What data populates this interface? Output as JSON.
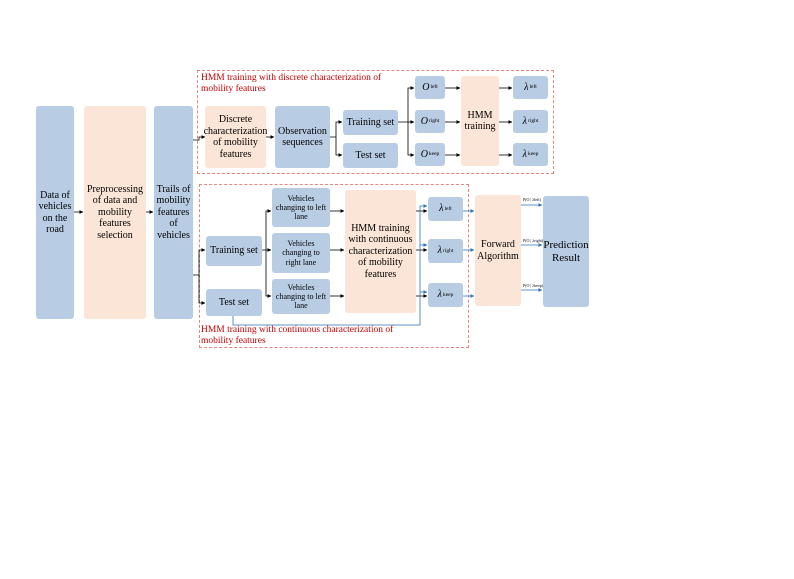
{
  "group_titles": {
    "discrete": "HMM training with discrete characterization of mobility features",
    "continuous": "HMM training with continuous characterization of mobility features"
  },
  "boxes": {
    "data_vehicles": "Data of vehicles on the road",
    "preprocessing": "Preprocessing of data and mobility features selection",
    "trails": "Trails of mobility features of vehicles",
    "discrete_char": "Discrete characterization of mobility features",
    "observation": "Observation sequences",
    "training_set_top": "Training set",
    "test_set_top": "Test set",
    "hmm_training": "HMM training",
    "training_set_bottom": "Training set",
    "test_set_bottom": "Test set",
    "veh_left_1": "Vehicles changing to left lane",
    "veh_right": "Vehicles changing to right lane",
    "veh_left_2": "Vehicles changing to left lane",
    "hmm_continuous": "HMM training with continuous characterization of mobility features",
    "forward": "Forward Algorithm",
    "prediction": "Prediction Result"
  },
  "symbols": {
    "o_left": {
      "main": "O",
      "sub": "left"
    },
    "o_right": {
      "main": "O",
      "sub": "right"
    },
    "o_keep": {
      "main": "O",
      "sub": "keep"
    },
    "lam_left_top": {
      "main": "λ",
      "sub": "left"
    },
    "lam_right_top": {
      "main": "λ",
      "sub": "right"
    },
    "lam_keep_top": {
      "main": "λ",
      "sub": "keep"
    },
    "lam_left_bot": {
      "main": "λ",
      "sub": "left"
    },
    "lam_right_bot": {
      "main": "λ",
      "sub": "right"
    },
    "lam_keep_bot": {
      "main": "λ",
      "sub": "keep"
    }
  },
  "prob_labels": {
    "p1": "P(O | λleft)",
    "p2": "P(O | λright)",
    "p3": "P(O | λkeep)"
  },
  "colors": {
    "blue_box": "#b8cde4",
    "peach_box": "#fbe5d6",
    "dashed_border": "#e8837d",
    "title_red": "#c00000",
    "arrow_blue": "#2e75b6"
  }
}
